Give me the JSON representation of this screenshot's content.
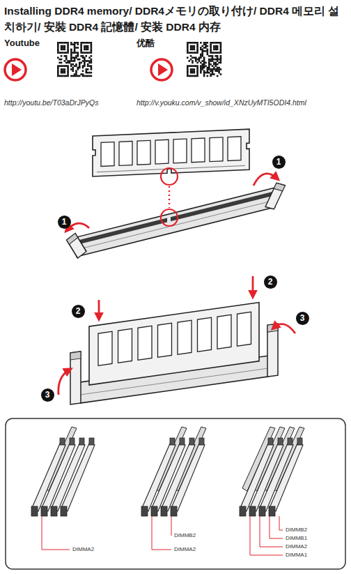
{
  "diagram": {
    "title": "Installing DDR4 memory/ DDR4メモリの取り付け/ DDR4 메모리 설치하기/ 安裝 DDR4 記憶體/ 安装 DDR4 内存",
    "labels": [
      "Youtube",
      "优酷",
      "http://youtu.be/T03aDrJPyQs",
      "http://v.youku.com/v_show/id_XNzUyMTI5ODI4.html",
      "1",
      "1",
      "2",
      "2",
      "3",
      "3",
      "DIMMA2",
      "DIMMB2",
      "DIMMA2",
      "DIMMB2",
      "DIMMB1",
      "DIMMA2",
      "DIMMA1"
    ]
  }
}
